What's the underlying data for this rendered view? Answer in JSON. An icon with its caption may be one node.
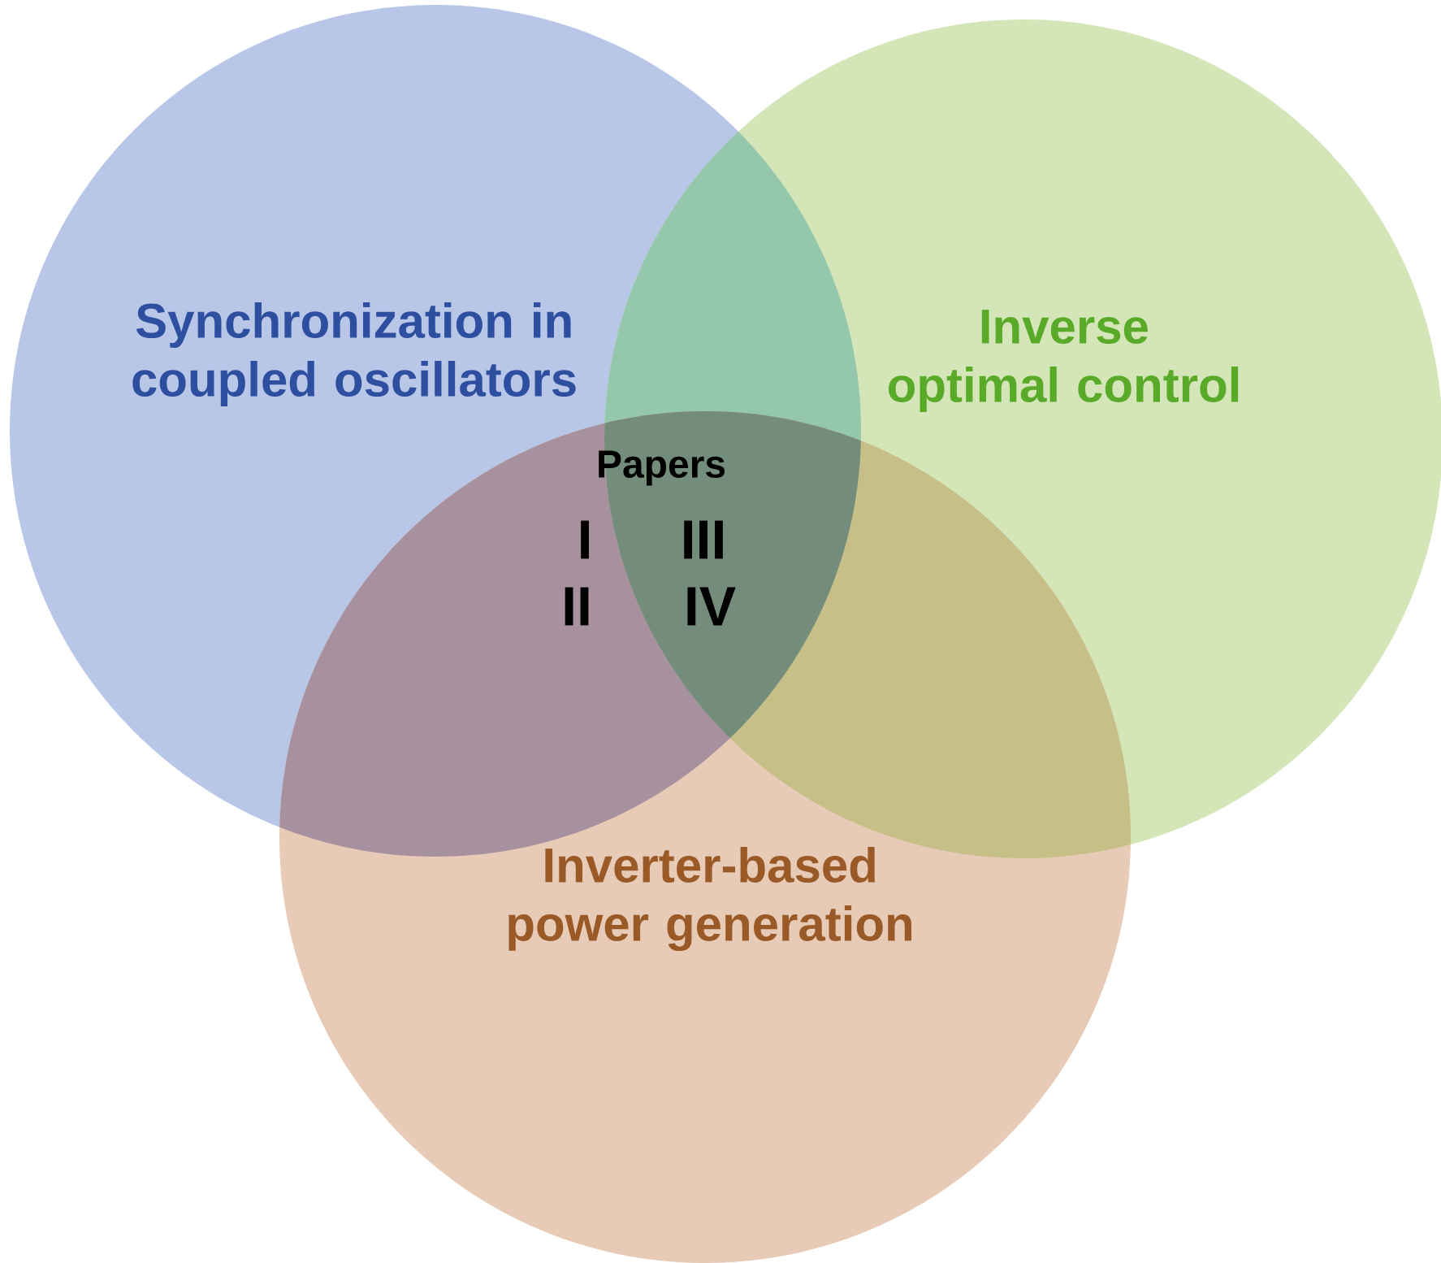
{
  "diagram": {
    "nodes": [
      {
        "text": [
          "Synchronization in coupled oscillators"
        ]
      },
      {
        "text": [
          "Inverse optimal control"
        ]
      },
      {
        "text": [
          "Inverter-based power generation"
        ]
      }
    ],
    "labels": [
      "Papers",
      "I",
      "III",
      "II",
      "IV"
    ]
  }
}
